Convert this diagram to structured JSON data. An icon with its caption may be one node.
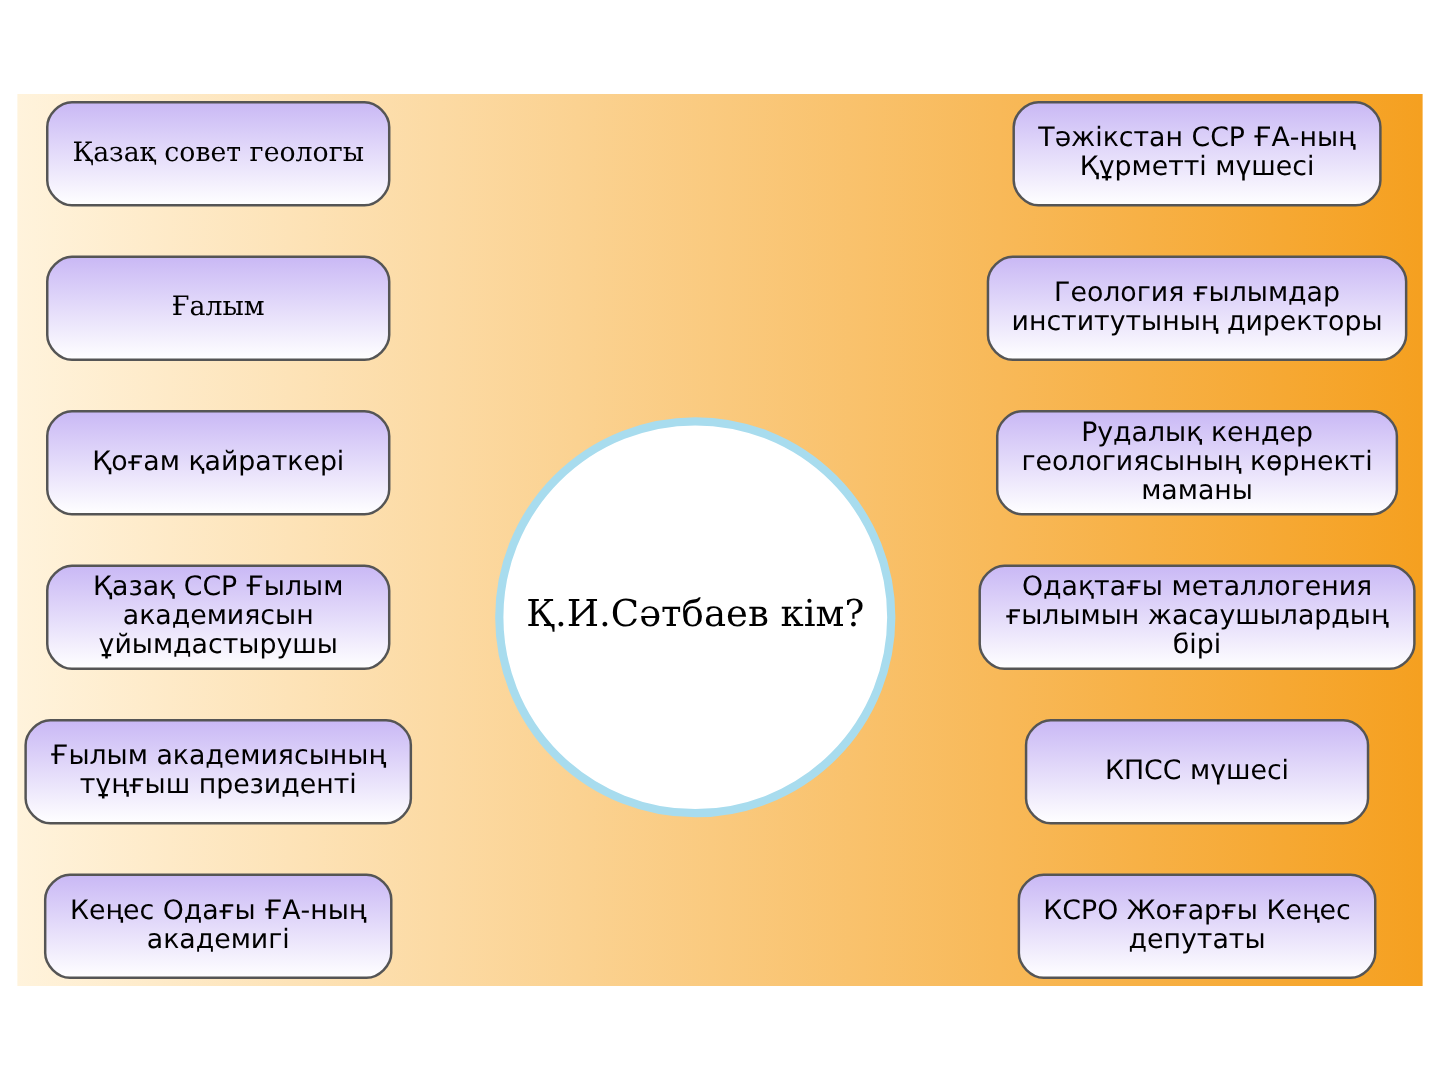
{
  "diagram": {
    "nodes": [
      {
        "text": [
          "Қазақ совет геологы"
        ]
      },
      {
        "text": [
          "Ғалым"
        ]
      },
      {
        "text": [
          "Қоғам қайраткері"
        ]
      },
      {
        "text": [
          "Қазақ ССР Ғылым академиясын ұйымдастырушы"
        ]
      },
      {
        "text": [
          "Ғылым академиясының тұңғыш президенті"
        ]
      },
      {
        "text": [
          "Кеңес Одағы ҒА-ның академигі"
        ]
      },
      {
        "text": [
          "Қ.И.Сәтбаев кім?"
        ]
      },
      {
        "text": [
          "Тәжікстан ССР ҒА-ның Құрметті мүшесі"
        ]
      },
      {
        "text": [
          "Геология ғылымдар институтының директоры"
        ]
      },
      {
        "text": [
          "Рудалық кендер геологиясының көрнекті маманы"
        ]
      },
      {
        "text": [
          "Одақтағы металлогения ғылымын жасаушылардың бірі"
        ]
      },
      {
        "text": [
          "КПСС мүшесі"
        ]
      },
      {
        "text": [
          "КСРО Жоғарғы Кеңес депутаты"
        ]
      }
    ],
    "edges": []
  }
}
